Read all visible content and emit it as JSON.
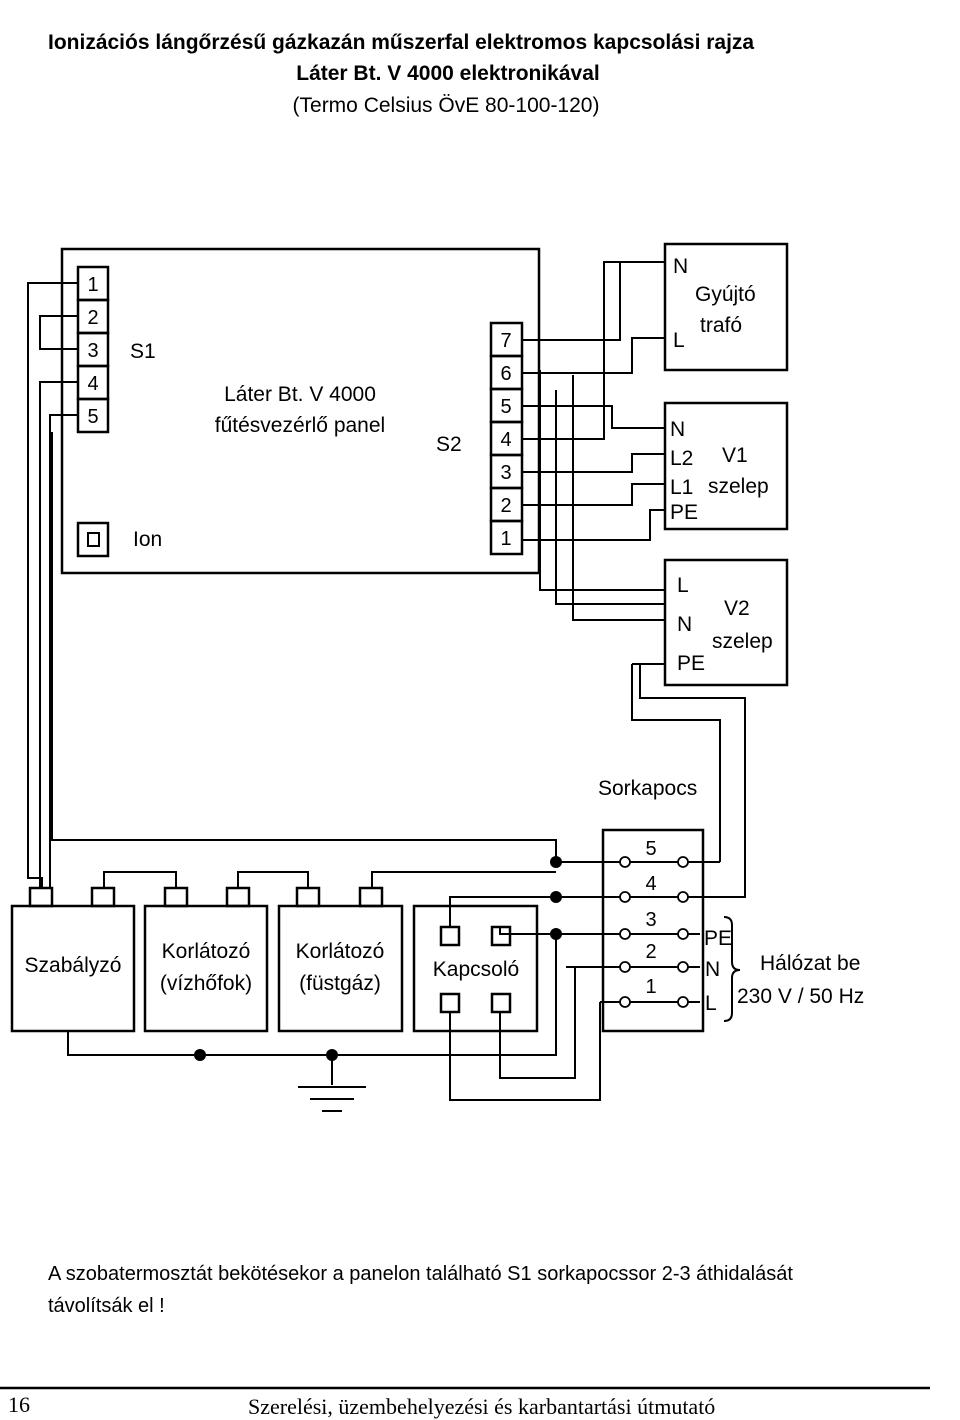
{
  "title": {
    "line1": "Ionizációs lángőrzésű gázkazán műszerfal elektromos kapcsolási rajza",
    "line2": "Láter Bt. V 4000 elektronikával",
    "line3": "(Termo Celsius ÖvE 80-100-120)"
  },
  "panel": {
    "line1": "Láter Bt. V 4000",
    "line2": "fűtésvezérlő panel",
    "s1_label": "S1",
    "s2_label": "S2",
    "s1_terminals": [
      "1",
      "2",
      "3",
      "4",
      "5"
    ],
    "s2_terminals": [
      "7",
      "6",
      "5",
      "4",
      "3",
      "2",
      "1"
    ],
    "ion_label": "Ion"
  },
  "ignition_transformer": {
    "pin_n": "N",
    "pin_l": "L",
    "line1": "Gyújtó",
    "line2": "trafó"
  },
  "valve_v1": {
    "pins": [
      "N",
      "L2",
      "L1",
      "PE"
    ],
    "line1": "V1",
    "line2": "szelep"
  },
  "valve_v2": {
    "pins": [
      "L",
      "N",
      "PE"
    ],
    "line1": "V2",
    "line2": "szelep"
  },
  "terminal_block": {
    "label": "Sorkapocs",
    "numbers": [
      "5",
      "4",
      "3",
      "2",
      "1"
    ]
  },
  "mains": {
    "pins": [
      "PE",
      "N",
      "L"
    ],
    "line1": "Hálózat be",
    "line2": "230 V / 50 Hz"
  },
  "components": {
    "regulator": "Szabályzó",
    "limiter_water_1": "Korlátozó",
    "limiter_water_2": "(vízhőfok)",
    "limiter_flue_1": "Korlátozó",
    "limiter_flue_2": "(füstgáz)",
    "switch": "Kapcsoló"
  },
  "note": {
    "line1": "A szobatermosztát bekötésekor a panelon található S1 sorkapocssor 2-3 áthidalását",
    "line2": "távolítsák el !"
  },
  "footer": {
    "page_number": "16",
    "text": "Szerelési, üzembehelyezési és karbantartási útmutató"
  }
}
